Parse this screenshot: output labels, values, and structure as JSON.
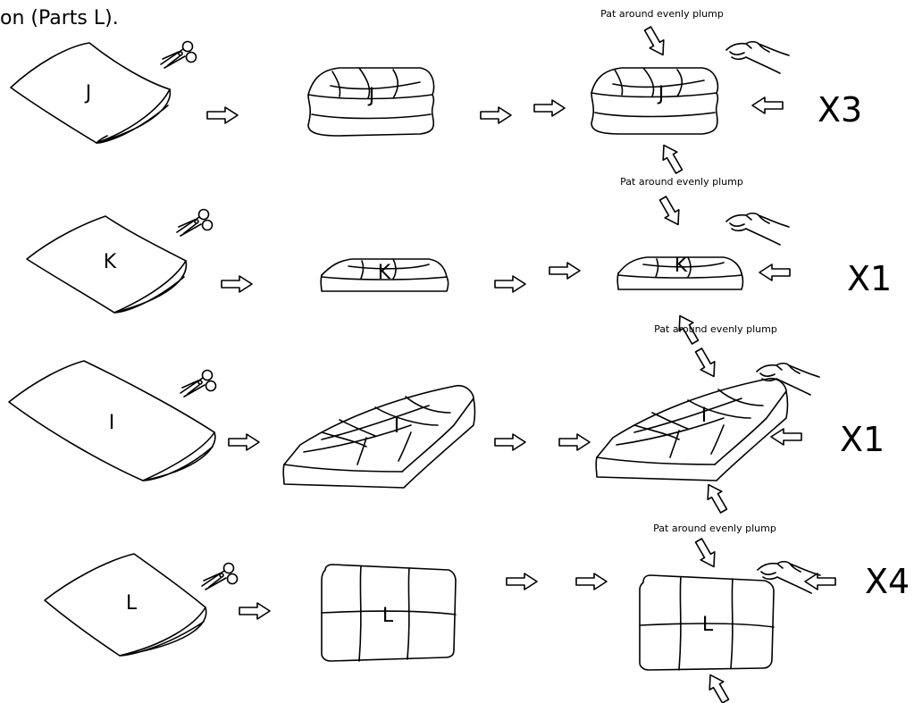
{
  "header": {
    "text": "on (Parts L)."
  },
  "steps": [
    {
      "part": "J",
      "multiplier": "X3",
      "instruction": "Pat around evenly plump"
    },
    {
      "part": "K",
      "multiplier": "X1",
      "instruction": "Pat around evenly plump"
    },
    {
      "part": "I",
      "multiplier": "X1",
      "instruction": "Pat around evenly plump"
    },
    {
      "part": "L",
      "multiplier": "X4",
      "instruction": "Pat around evenly plump"
    }
  ]
}
